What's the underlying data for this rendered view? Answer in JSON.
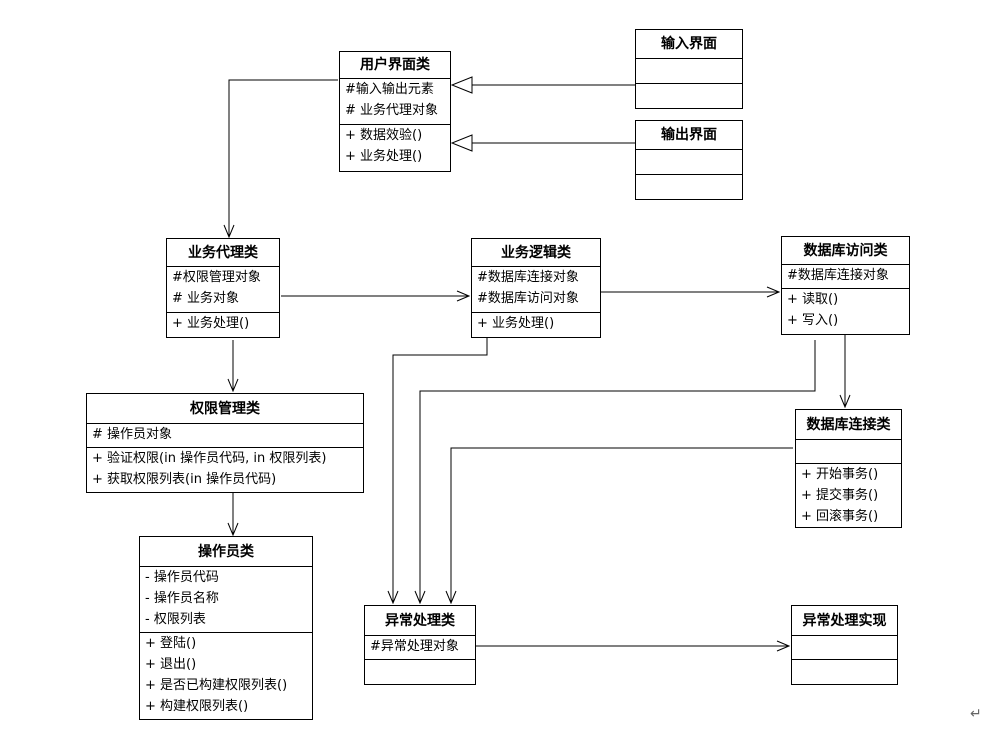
{
  "classes": [
    {
      "id": "ui",
      "name": "用户界面类",
      "attrs": [
        "#输入输出元素",
        "# 业务代理对象"
      ],
      "ops": [
        "+ 数据效验()",
        "+ 业务处理()"
      ]
    },
    {
      "id": "input",
      "name": "输入界面",
      "attrs": [],
      "ops": []
    },
    {
      "id": "output",
      "name": "输出界面",
      "attrs": [],
      "ops": []
    },
    {
      "id": "proxy",
      "name": "业务代理类",
      "attrs": [
        "#权限管理对象",
        "# 业务对象"
      ],
      "ops": [
        "+ 业务处理()"
      ]
    },
    {
      "id": "logic",
      "name": "业务逻辑类",
      "attrs": [
        "#数据库连接对象",
        "#数据库访问对象"
      ],
      "ops": [
        "+ 业务处理()"
      ]
    },
    {
      "id": "dbaccess",
      "name": "数据库访问类",
      "attrs": [
        "#数据库连接对象"
      ],
      "ops": [
        "+ 读取()",
        "+ 写入()"
      ]
    },
    {
      "id": "perm",
      "name": "权限管理类",
      "attrs": [
        "# 操作员对象"
      ],
      "ops": [
        "+ 验证权限(in 操作员代码, in 权限列表)",
        "+ 获取权限列表(in 操作员代码)"
      ]
    },
    {
      "id": "dbconn",
      "name": "数据库连接类",
      "attrs": [],
      "ops": [
        "+ 开始事务()",
        "+ 提交事务()",
        "+ 回滚事务()"
      ]
    },
    {
      "id": "operator",
      "name": "操作员类",
      "attrs": [
        "- 操作员代码",
        "- 操作员名称",
        "- 权限列表"
      ],
      "ops": [
        "+ 登陆()",
        "+ 退出()",
        "+ 是否已构建权限列表()",
        "+ 构建权限列表()"
      ]
    },
    {
      "id": "exc",
      "name": "异常处理类",
      "attrs": [
        "#异常处理对象"
      ],
      "ops": []
    },
    {
      "id": "excimpl",
      "name": "异常处理实现",
      "attrs": [],
      "ops": []
    }
  ],
  "page": {
    "return_mark": "↵"
  }
}
